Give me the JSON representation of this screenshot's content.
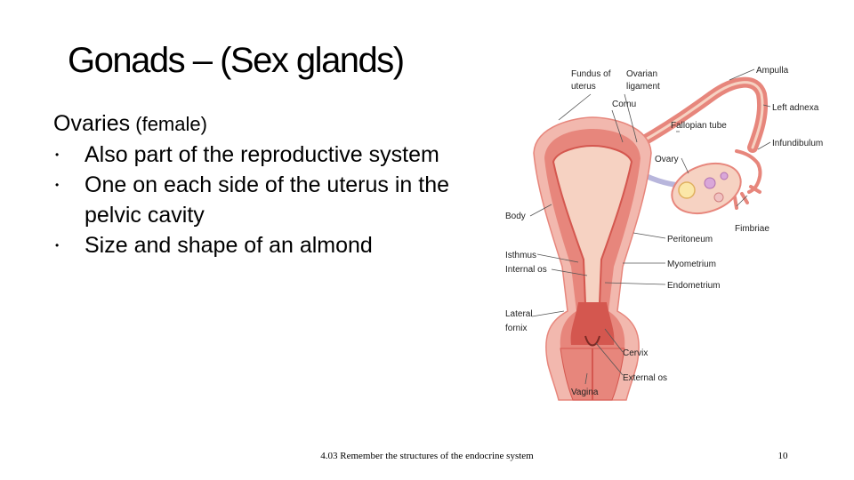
{
  "slide": {
    "title": "Gonads – (Sex glands)",
    "heading": "Ovaries",
    "heading_sub": " (female)",
    "bullet_symbol": "•",
    "bullets": [
      "Also part of the reproductive system",
      "One on each side of the uterus in the pelvic cavity",
      "Size and shape of an almond"
    ]
  },
  "diagram": {
    "labels": {
      "fundus_of_uterus": [
        "Fundus of",
        "uterus"
      ],
      "ovarian_ligament": [
        "Ovarian",
        "ligament"
      ],
      "cornu": "Cornu",
      "ampulla": "Ampulla",
      "left_adnexa": "Left adnexa",
      "fallopian_tube": "Fallopian tube",
      "infundibulum": "Infundibulum",
      "ovary": "Ovary",
      "body": "Body",
      "fimbriae": "Fimbriae",
      "isthmus": "Isthmus",
      "internal_os": "Internal os",
      "peritoneum": "Peritoneum",
      "myometrium": "Myometrium",
      "endometrium": "Endometrium",
      "lateral_fornix": [
        "Lateral",
        "fornix"
      ],
      "cervix": "Cervix",
      "external_os": "External os",
      "vagina": "Vagina"
    },
    "colors": {
      "tissue_outer": "#f2b8ae",
      "tissue_mid": "#e7867c",
      "tissue_inner": "#d4574f",
      "ovary": "#f6d2c2",
      "ligament": "#b8b6dc",
      "leader_line": "#555555"
    }
  },
  "footer": {
    "text": "4.03 Remember the structures of the endocrine system",
    "page_number": "10"
  }
}
